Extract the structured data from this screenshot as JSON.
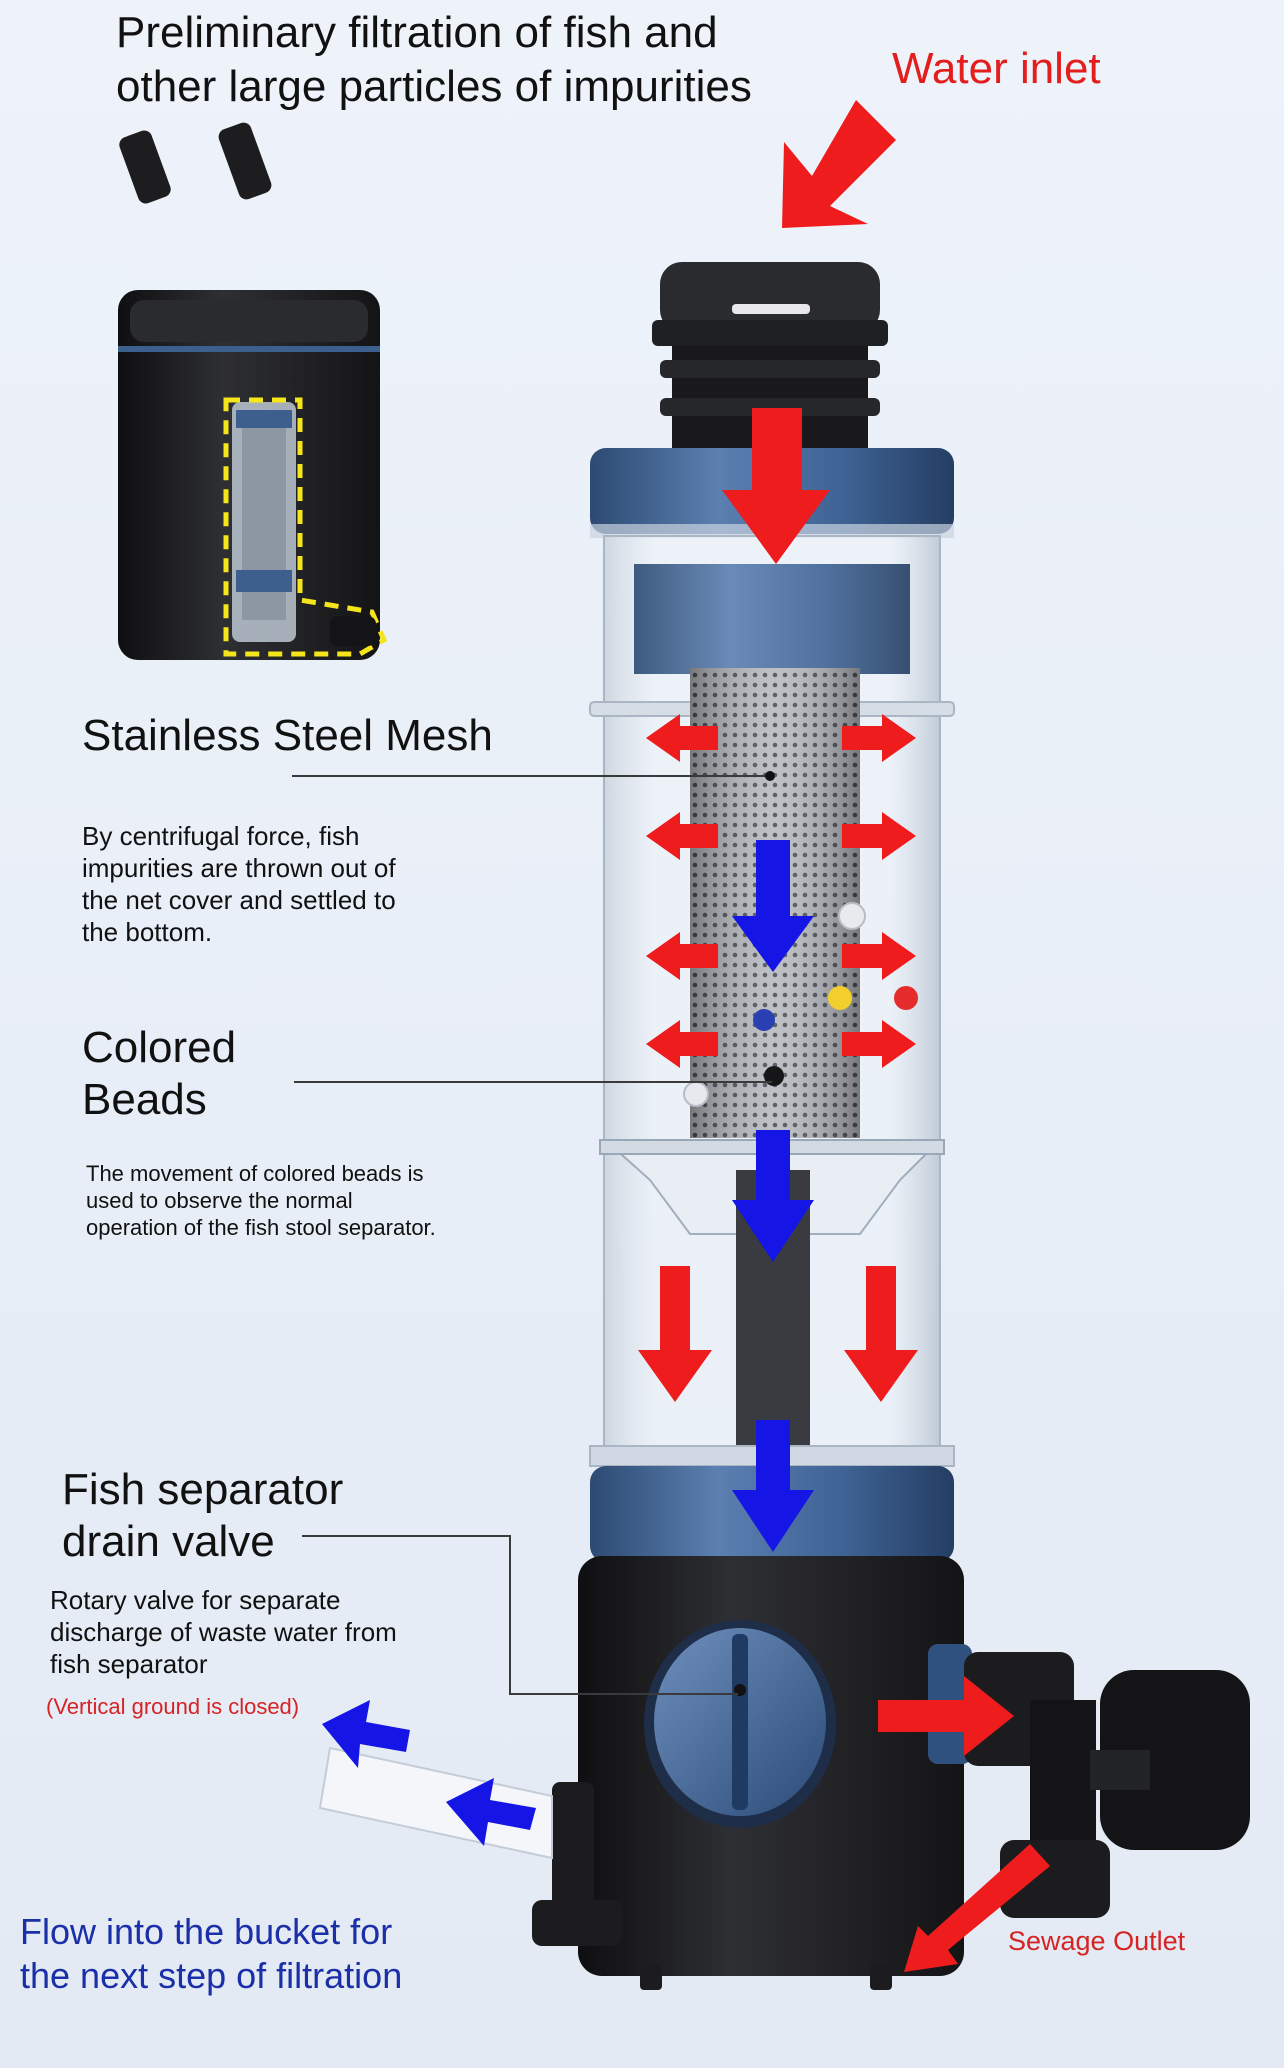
{
  "header": {
    "title_line1": "Preliminary filtration of fish and",
    "title_line2": "other large particles of impurities",
    "water_inlet": "Water inlet"
  },
  "mesh": {
    "heading": "Stainless Steel Mesh",
    "desc_line1": "By centrifugal force, fish",
    "desc_line2": "impurities are thrown out of",
    "desc_line3": "the net cover and settled to",
    "desc_line4": "the bottom."
  },
  "beads": {
    "heading_line1": "Colored",
    "heading_line2": "Beads",
    "desc_line1": "The movement of colored beads is",
    "desc_line2": "used to observe the normal",
    "desc_line3": "operation of the fish stool separator."
  },
  "valve": {
    "heading_line1": "Fish separator",
    "heading_line2": "drain valve",
    "desc_line1": "Rotary valve for separate",
    "desc_line2": "discharge of waste water from",
    "desc_line3": "fish separator",
    "note": "(Vertical ground is closed)"
  },
  "outflow": {
    "line1": "Flow into the bucket for",
    "line2": "the next step of filtration"
  },
  "sewage": {
    "label": "Sewage Outlet"
  },
  "colors": {
    "red_arrow": "#ee1c1c",
    "blue_arrow": "#1515e6",
    "cap_blue": "#3d5f8e",
    "body_black": "#1c1c1e"
  }
}
